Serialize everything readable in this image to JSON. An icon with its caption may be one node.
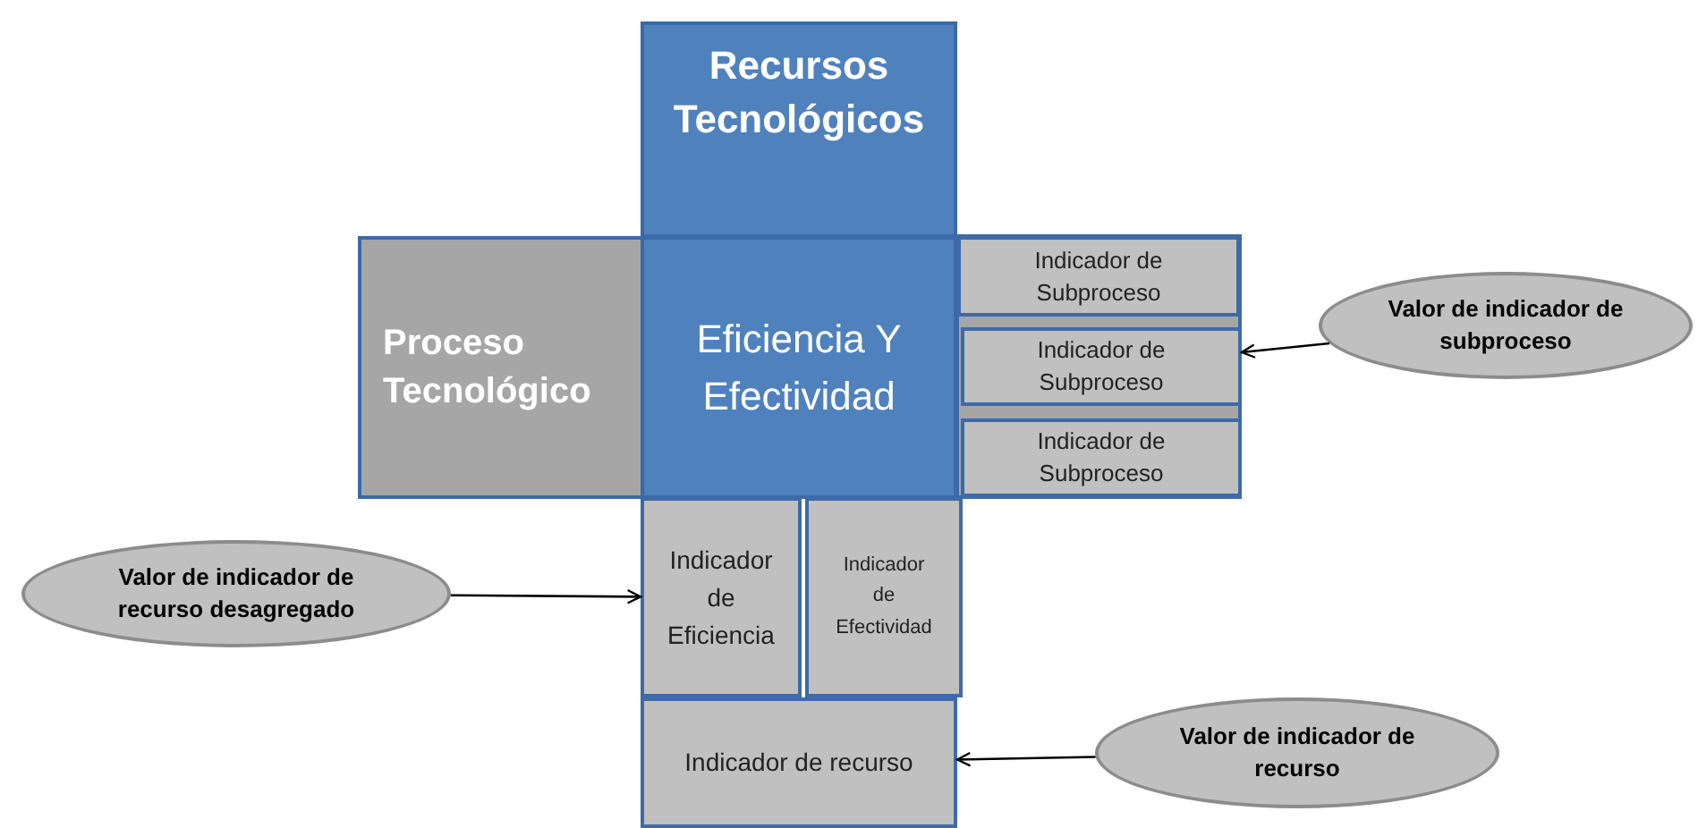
{
  "diagram": {
    "nodes": [
      {
        "text": [
          "Recursos Tecnológicos"
        ]
      },
      {
        "text": [
          "Proceso Tecnológico"
        ]
      },
      {
        "text": [
          "Eficiencia Y Efectividad"
        ]
      },
      {
        "text": [
          "Indicador de Subproceso"
        ]
      },
      {
        "text": [
          "Indicador de Subproceso"
        ]
      },
      {
        "text": [
          "Indicador de Subproceso"
        ]
      },
      {
        "text": [
          "Valor de indicador de subproceso"
        ]
      },
      {
        "text": [
          "Valor de indicador de recurso desagregado"
        ]
      },
      {
        "text": [
          "Indicador de Eficiencia"
        ]
      },
      {
        "text": [
          "Indicador de Efectividad"
        ]
      },
      {
        "text": [
          "Indicador de recurso"
        ]
      },
      {
        "text": [
          "Valor de indicador de recurso"
        ]
      }
    ],
    "edges": [
      {
        "from": 6,
        "to": 4,
        "arrow": "to"
      },
      {
        "from": 7,
        "to": 8,
        "arrow": "to"
      },
      {
        "from": 11,
        "to": 10,
        "arrow": "to"
      }
    ]
  }
}
